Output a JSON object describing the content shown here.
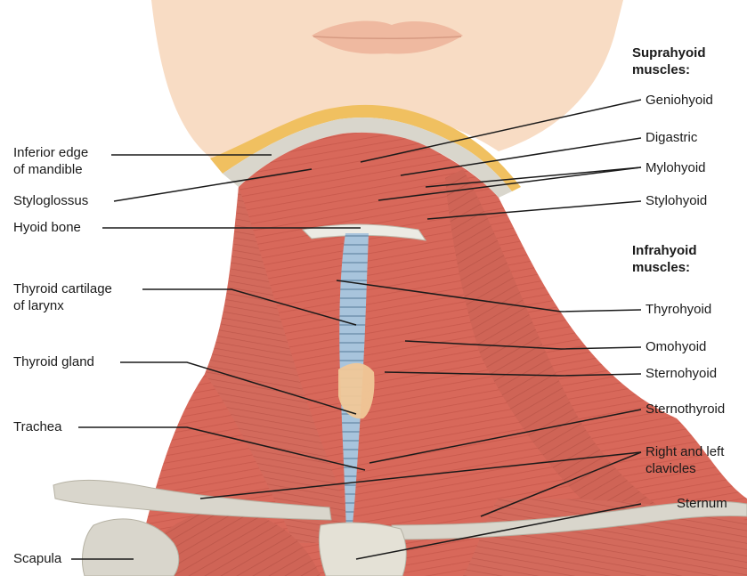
{
  "headers": {
    "suprahyoid": [
      "Suprahyoid",
      "muscles:"
    ],
    "infrahyoid": [
      "Infrahyoid",
      "muscles:"
    ]
  },
  "labels": {
    "inferior_edge_mandible": [
      "Inferior edge",
      "of mandible"
    ],
    "styloglossus": "Styloglossus",
    "hyoid_bone": "Hyoid bone",
    "thyroid_cartilage": [
      "Thyroid cartilage",
      "of larynx"
    ],
    "thyroid_gland": "Thyroid gland",
    "trachea": "Trachea",
    "scapula": "Scapula",
    "geniohyoid": "Geniohyoid",
    "digastric": "Digastric",
    "mylohyoid": "Mylohyoid",
    "stylohyoid": "Stylohyoid",
    "thyrohyoid": "Thyrohyoid",
    "omohyoid": "Omohyoid",
    "sternohyoid": "Sternohyoid",
    "sternothyroid": "Sternothyroid",
    "clavicles": [
      "Right and left",
      "clavicles"
    ],
    "sternum": "Sternum"
  },
  "colors": {
    "skin": "#f8dcc4",
    "muscle": "#d8685a",
    "muscle_dark": "#b94a3f",
    "bone": "#d9d6cc",
    "mandible_fat": "#f0c060",
    "cartilage": "#a8c4dc",
    "thyroid_gland": "#f0c898",
    "leader_line": "#1a1a1a"
  }
}
